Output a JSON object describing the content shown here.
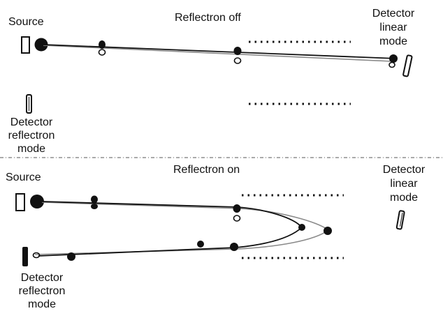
{
  "panels": {
    "off": {
      "title": "Reflectron off",
      "source_label": "Source",
      "detector_linear_lines": [
        "Detector",
        "linear",
        "mode"
      ],
      "detector_reflectron_lines": [
        "Detector",
        "reflectron",
        "mode"
      ]
    },
    "on": {
      "title": "Reflectron on",
      "source_label": "Source",
      "detector_linear_lines": [
        "Detector",
        "linear",
        "mode"
      ],
      "detector_reflectron_lines": [
        "Detector",
        "reflectron",
        "mode"
      ]
    }
  },
  "colors": {
    "ink": "#111111",
    "path_gray": "#8a8a8a",
    "divider": "#777777"
  }
}
